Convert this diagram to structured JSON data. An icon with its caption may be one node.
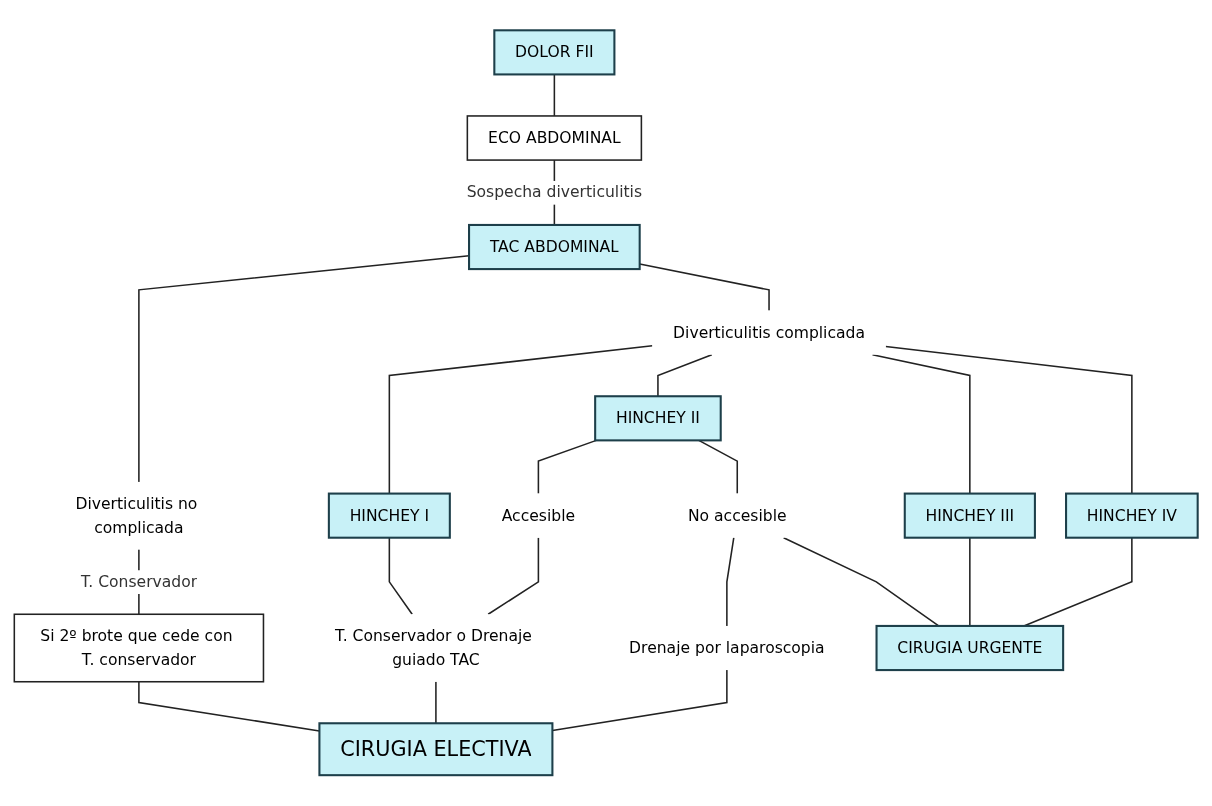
{
  "diagram": {
    "nodes": [
      {
        "text": [
          "DOLOR FII"
        ]
      },
      {
        "text": [
          "ECO ABDOMINAL"
        ]
      },
      {
        "text": [
          "TAC ABDOMINAL"
        ]
      },
      {
        "text": [
          "Diverticulitis no complicada"
        ]
      },
      {
        "text": [
          "Diverticulitis complicada"
        ]
      },
      {
        "text": [
          "HINCHEY I"
        ]
      },
      {
        "text": [
          "HINCHEY II"
        ]
      },
      {
        "text": [
          "HINCHEY III"
        ]
      },
      {
        "text": [
          "HINCHEY IV"
        ]
      },
      {
        "text": [
          "Accesible"
        ]
      },
      {
        "text": [
          "No accesible"
        ]
      },
      {
        "text": [
          "CIRUGIA URGENTE"
        ]
      },
      {
        "text": [
          "Si 2º brote que cede con T. conservador"
        ]
      },
      {
        "text": [
          "T. Conservador o Drenaje guiado TAC"
        ]
      },
      {
        "text": [
          "Drenaje por laparoscopia"
        ]
      },
      {
        "text": [
          "CIRUGIA ELECTIVA"
        ]
      }
    ],
    "edges": [
      {
        "from": 0,
        "to": 1,
        "arrow": "none"
      },
      {
        "from": 1,
        "to": 2,
        "arrow": "none",
        "label": "Sospecha diverticulitis"
      },
      {
        "from": 2,
        "to": 3,
        "arrow": "none"
      },
      {
        "from": 2,
        "to": 4,
        "arrow": "none"
      },
      {
        "from": 3,
        "to": 12,
        "arrow": "none",
        "label": "T. Conservador"
      },
      {
        "from": 4,
        "to": 5,
        "arrow": "none"
      },
      {
        "from": 4,
        "to": 6,
        "arrow": "none"
      },
      {
        "from": 4,
        "to": 7,
        "arrow": "none"
      },
      {
        "from": 4,
        "to": 8,
        "arrow": "none"
      },
      {
        "from": 6,
        "to": 9,
        "arrow": "none"
      },
      {
        "from": 6,
        "to": 10,
        "arrow": "none"
      },
      {
        "from": 5,
        "to": 13,
        "arrow": "none"
      },
      {
        "from": 9,
        "to": 13,
        "arrow": "none"
      },
      {
        "from": 10,
        "to": 14,
        "arrow": "none"
      },
      {
        "from": 10,
        "to": 11,
        "arrow": "none"
      },
      {
        "from": 7,
        "to": 11,
        "arrow": "none"
      },
      {
        "from": 8,
        "to": 11,
        "arrow": "none"
      },
      {
        "from": 12,
        "to": 15,
        "arrow": "none"
      },
      {
        "from": 13,
        "to": 15,
        "arrow": "none"
      },
      {
        "from": 14,
        "to": 15,
        "arrow": "none"
      }
    ]
  }
}
